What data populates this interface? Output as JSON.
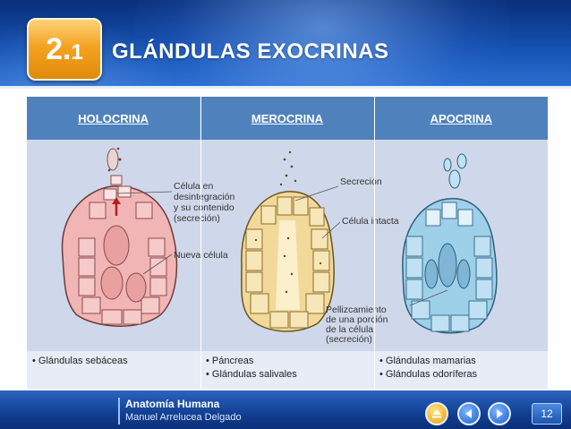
{
  "header": {
    "badge_major": "2.",
    "badge_minor": "1",
    "title": "GLÁNDULAS EXOCRINAS"
  },
  "table": {
    "columns": [
      "HOLOCRINA",
      "MEROCRINA",
      "APOCRINA"
    ],
    "annotations": {
      "holocrina": [
        "Célula en",
        "desintegración",
        "y su contenido",
        "(secreción)",
        "Nueva célula"
      ],
      "merocrina": [
        "Secreción",
        "Célula intacta"
      ],
      "apocrina": [
        "Pellizcamiento",
        "de una porción",
        "de la célula",
        "(secreción)"
      ]
    },
    "examples": [
      [
        "Glándulas sebáceas"
      ],
      [
        "Páncreas",
        "Glándulas salivales"
      ],
      [
        "Glándulas mamarias",
        "Glándulas odoríferas"
      ]
    ]
  },
  "footer": {
    "course": "Anatomía Humana",
    "author": "Manuel Arrelucea Delgado",
    "page": "12"
  },
  "icons": {
    "home": "eject-icon",
    "prev": "arrow-left-icon",
    "next": "arrow-right-icon"
  },
  "colors": {
    "header": "#1550b0",
    "table_header": "#4f81bd",
    "badge": "#f4a321",
    "holocrina_cells": "#f2b5b5",
    "merocrina_cells": "#f2d99a",
    "apocrina_cells": "#9fd0ea"
  }
}
